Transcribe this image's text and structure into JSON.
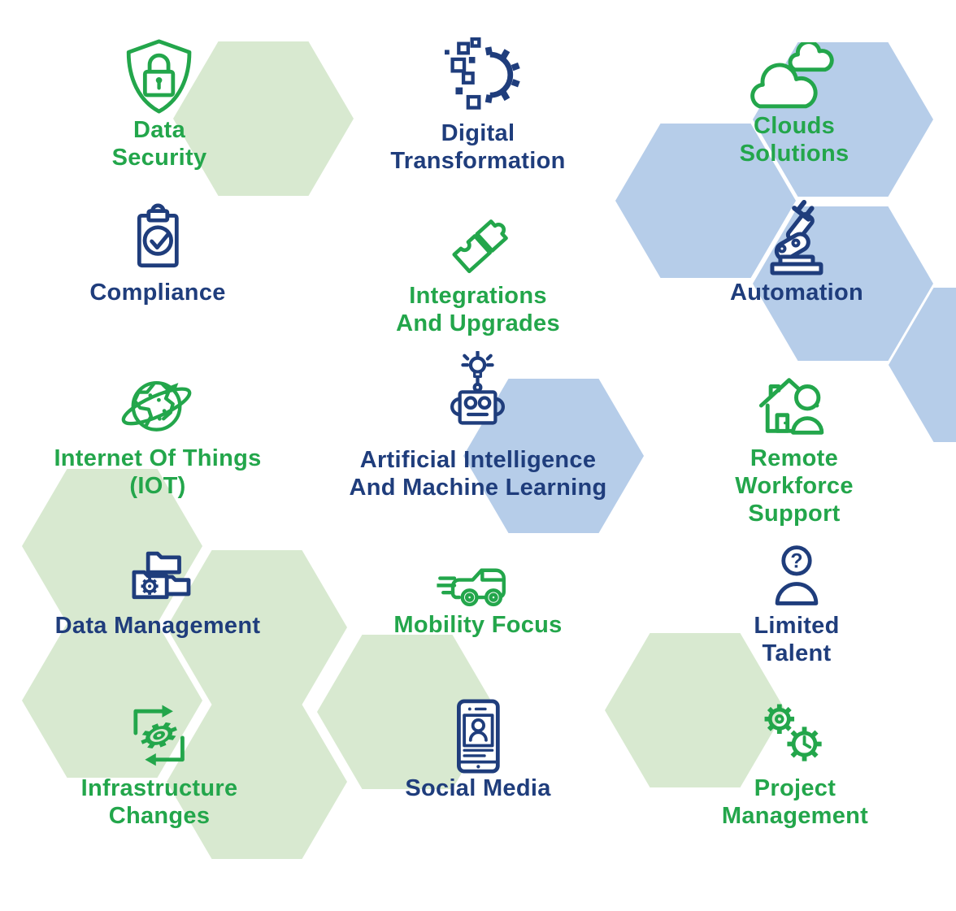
{
  "palette": {
    "green": "#23a64b",
    "navy": "#1f3d7c",
    "hex_green": "#d8e9d0",
    "hex_blue": "#b6cde9",
    "background": "#ffffff"
  },
  "items": [
    {
      "label": "Data\nSecurity",
      "color": "green",
      "icon": "shield-lock-icon"
    },
    {
      "label": "Digital\nTransformation",
      "color": "navy",
      "icon": "digital-gear-icon"
    },
    {
      "label": "Clouds\nSolutions",
      "color": "green",
      "icon": "clouds-icon"
    },
    {
      "label": "Compliance",
      "color": "navy",
      "icon": "clipboard-check-icon"
    },
    {
      "label": "Integrations\nAnd Upgrades",
      "color": "green",
      "icon": "puzzle-pieces-icon"
    },
    {
      "label": "Automation",
      "color": "navy",
      "icon": "robot-arm-icon"
    },
    {
      "label": "Internet Of Things\n(IOT)",
      "color": "green",
      "icon": "globe-orbit-icon"
    },
    {
      "label": "Artificial Intelligence\nAnd Machine Learning",
      "color": "navy",
      "icon": "robot-head-bulb-icon"
    },
    {
      "label": "Remote\nWorkforce Support",
      "color": "green",
      "icon": "home-person-icon"
    },
    {
      "label": "Data Management",
      "color": "navy",
      "icon": "folders-gear-icon"
    },
    {
      "label": "Mobility Focus",
      "color": "green",
      "icon": "car-icon"
    },
    {
      "label": "Limited Talent",
      "color": "navy",
      "icon": "person-question-icon"
    },
    {
      "label": "Infrastructure\nChanges",
      "color": "green",
      "icon": "gear-cycle-arrows-icon"
    },
    {
      "label": "Social Media",
      "color": "navy",
      "icon": "smartphone-profile-icon"
    },
    {
      "label": "Project Management",
      "color": "green",
      "icon": "gears-clock-icon"
    }
  ],
  "hexagons": [
    {
      "color": "green"
    },
    {
      "color": "green"
    },
    {
      "color": "green"
    },
    {
      "color": "green"
    },
    {
      "color": "green"
    },
    {
      "color": "green"
    },
    {
      "color": "green"
    },
    {
      "color": "blue"
    },
    {
      "color": "blue"
    },
    {
      "color": "blue"
    },
    {
      "color": "blue"
    },
    {
      "color": "blue"
    }
  ]
}
